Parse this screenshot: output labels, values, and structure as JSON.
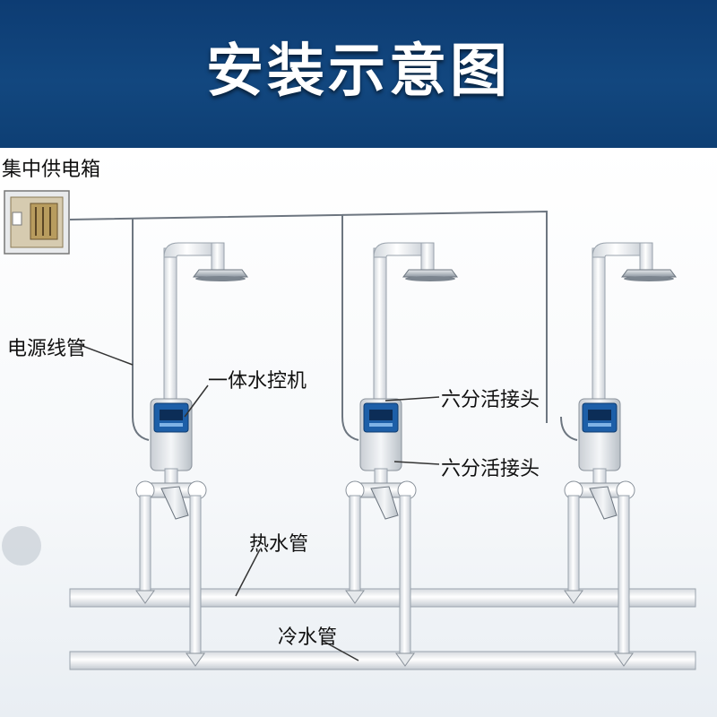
{
  "title": "安装示意图",
  "labels": {
    "power_box": "集中供电箱",
    "power_conduit": "电源线管",
    "controller": "一体水控机",
    "union_top": "六分活接头",
    "union_bottom": "六分活接头",
    "hot_pipe": "热水管",
    "cold_pipe": "冷水管"
  },
  "colors": {
    "header": "#12477f",
    "pipe": "#ffffff",
    "pipe_outline": "#9aa3ad",
    "controller_screen": "#1d5fa8"
  },
  "stations": [
    "station-1",
    "station-2",
    "station-3"
  ]
}
